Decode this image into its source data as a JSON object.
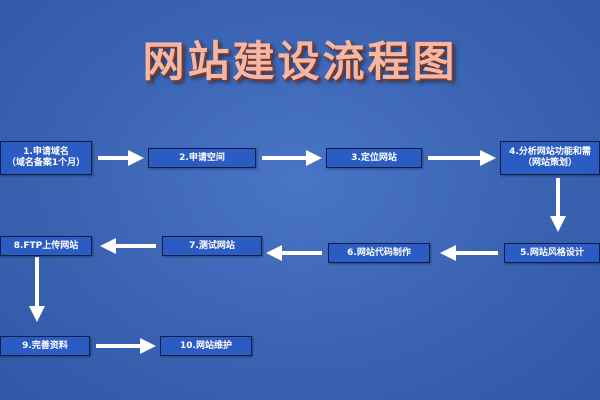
{
  "title": "网站建设流程图",
  "steps": [
    {
      "label": "1.申请域名",
      "sub": "（域名备案1个月）"
    },
    {
      "label": "2.申请空间",
      "sub": ""
    },
    {
      "label": "3.定位网站",
      "sub": ""
    },
    {
      "label": "4.分析网站功能和需",
      "sub": "（网站策划）"
    },
    {
      "label": "5.网站风格设计",
      "sub": ""
    },
    {
      "label": "6.网站代码制作",
      "sub": ""
    },
    {
      "label": "7.测试网站",
      "sub": ""
    },
    {
      "label": "8.FTP上传网站",
      "sub": ""
    },
    {
      "label": "9.完善资料",
      "sub": ""
    },
    {
      "label": "10.网站维护",
      "sub": ""
    }
  ],
  "colors": {
    "background": "#3a63b2",
    "box_fill": "#2b5cc4",
    "box_border": "#0e1f47",
    "arrow": "#ffffff",
    "title": "#f6b6a4"
  }
}
